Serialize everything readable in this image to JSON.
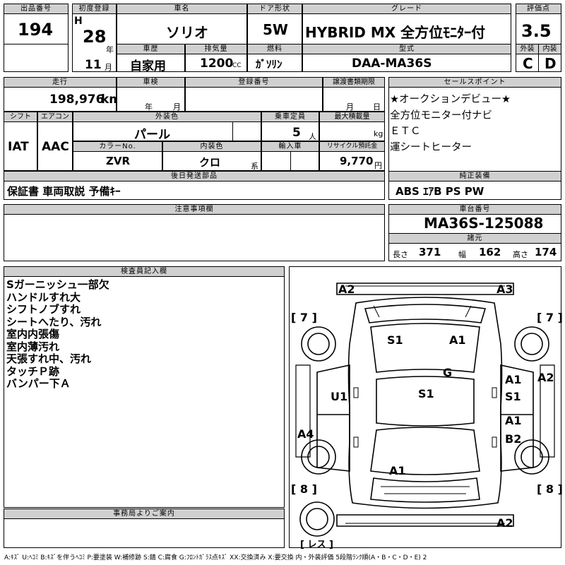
{
  "header": {
    "lot_no_label": "出品番号",
    "lot_no": "194",
    "first_reg_label": "初度登録",
    "era": "H",
    "year": "28",
    "year_unit": "年",
    "month": "11",
    "month_unit": "月",
    "car_name_label": "車名",
    "car_name": "ソリオ",
    "door_label": "ドア形状",
    "door": "5W",
    "grade_label": "グレード",
    "grade": "HYBRID MX 全方位ﾓﾆﾀｰ付",
    "score_label": "評価点",
    "score": "3.5",
    "history_label": "車歴",
    "history": "自家用",
    "displacement_label": "排気量",
    "displacement": "1200",
    "cc": "CC",
    "fuel_label": "燃料",
    "fuel": "ｶﾞｿﾘﾝ",
    "model_label": "型式",
    "model": "DAA-MA36S",
    "ext_label": "外装",
    "ext_grade": "C",
    "int_label": "内装",
    "int_grade": "D"
  },
  "row2": {
    "mileage_label": "走行",
    "mileage": "198,976",
    "km": "km",
    "inspection_label": "車検",
    "year_unit": "年",
    "month_unit": "月",
    "reg_no_label": "登録番号",
    "transfer_label": "譲渡書類期限",
    "transfer_month": "月",
    "transfer_day": "日",
    "shift_label": "シフト",
    "shift": "IAT",
    "ac_label": "エアコン",
    "ac": "AAC",
    "ext_color_label": "外装色",
    "ext_color": "パール",
    "capacity_label": "乗車定員",
    "capacity": "5",
    "capacity_unit": "人",
    "load_label": "最大積載量",
    "load_unit": "kg",
    "color_no_label": "カラーNo.",
    "color_no": "ZVR",
    "int_color_label": "内装色",
    "int_color": "クロ",
    "int_color_unit": "系",
    "import_label": "輸入車",
    "recycle_label": "リサイクル預託金",
    "recycle": "9,770",
    "yen": "円",
    "parts_label": "後日発送部品",
    "parts": "保証書 車両取説 予備ｷｰ",
    "notes_label": "注意事項欄"
  },
  "sales": {
    "label": "セールスポイント",
    "items": [
      "★オークションデビュー★",
      "全方位モニター付ナビ",
      "ＥＴＣ",
      "運シートヒーター"
    ],
    "equip_label": "純正装備",
    "equip": "ABS ｴｱB PS PW",
    "chassis_label": "車台番号",
    "chassis": "MA36S-125088",
    "spec_label": "諸元",
    "length_label": "長さ",
    "length": "371",
    "width_label": "幅",
    "width": "162",
    "height_label": "高さ",
    "height": "174"
  },
  "inspector": {
    "label": "検査員記入欄",
    "items": [
      "Sガーニッシュ一部欠",
      "ハンドルすれ大",
      "シフトノブすれ",
      "シートへたり、汚れ",
      "室内内張傷",
      "室内薄汚れ",
      "天張すれ中、汚れ",
      "タッチＰ跡",
      "バンパー下Ａ"
    ]
  },
  "office": {
    "label": "事務局よりご案内"
  },
  "diagram": {
    "marks": [
      "A2",
      "A3",
      "[ 7 ]",
      "[ 7 ]",
      "S1",
      "A1",
      "G",
      "A1",
      "A2",
      "U1",
      "S1",
      "S1",
      "A4",
      "A1",
      "B2",
      "A1",
      "[ 8 ]",
      "[ 8 ]",
      "A2",
      "[ レス ]"
    ]
  },
  "legend": "A:ｷｽﾞ U:ﾍｺﾐ B:ｷｽﾞを伴うﾍｺﾐ P:要塗装 W:補修跡 S:錆 C:腐食 G:ﾌﾛﾝﾄｶﾞﾗｽ点ｷｽﾞ XX:交換済み X:要交換 内・外装評価 5段階ﾗﾝｸ順(A・B・C・D・E) 2"
}
